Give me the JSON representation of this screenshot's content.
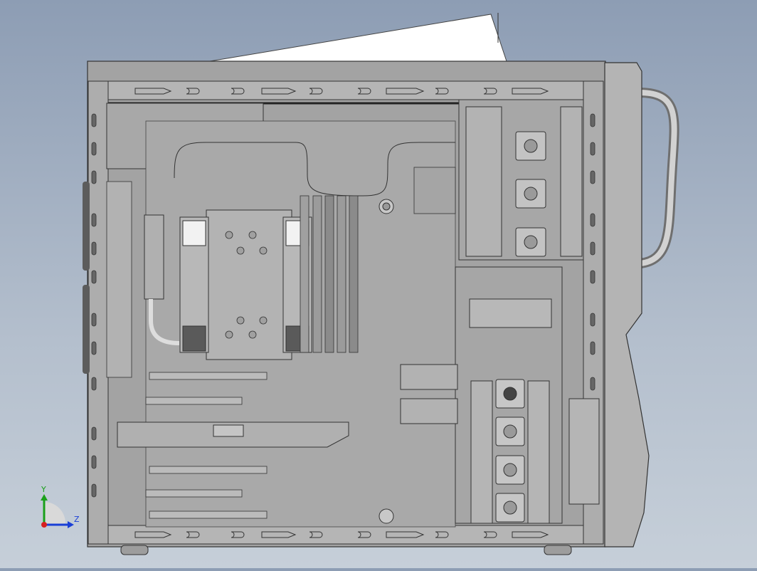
{
  "viewport": {
    "background_top": "#8d9db4",
    "background_bottom": "#c6cfd9",
    "model_fill": "#a3a3a3",
    "panel_fill": "#b7b7b7",
    "edge_color": "#333333"
  },
  "triad": {
    "y_label": "Y",
    "z_label": "Z",
    "y_color": "#1aa01a",
    "z_color": "#1a3fd6",
    "x_color": "#d62020"
  },
  "model": {
    "description_icon": "computer-case-side-view"
  }
}
